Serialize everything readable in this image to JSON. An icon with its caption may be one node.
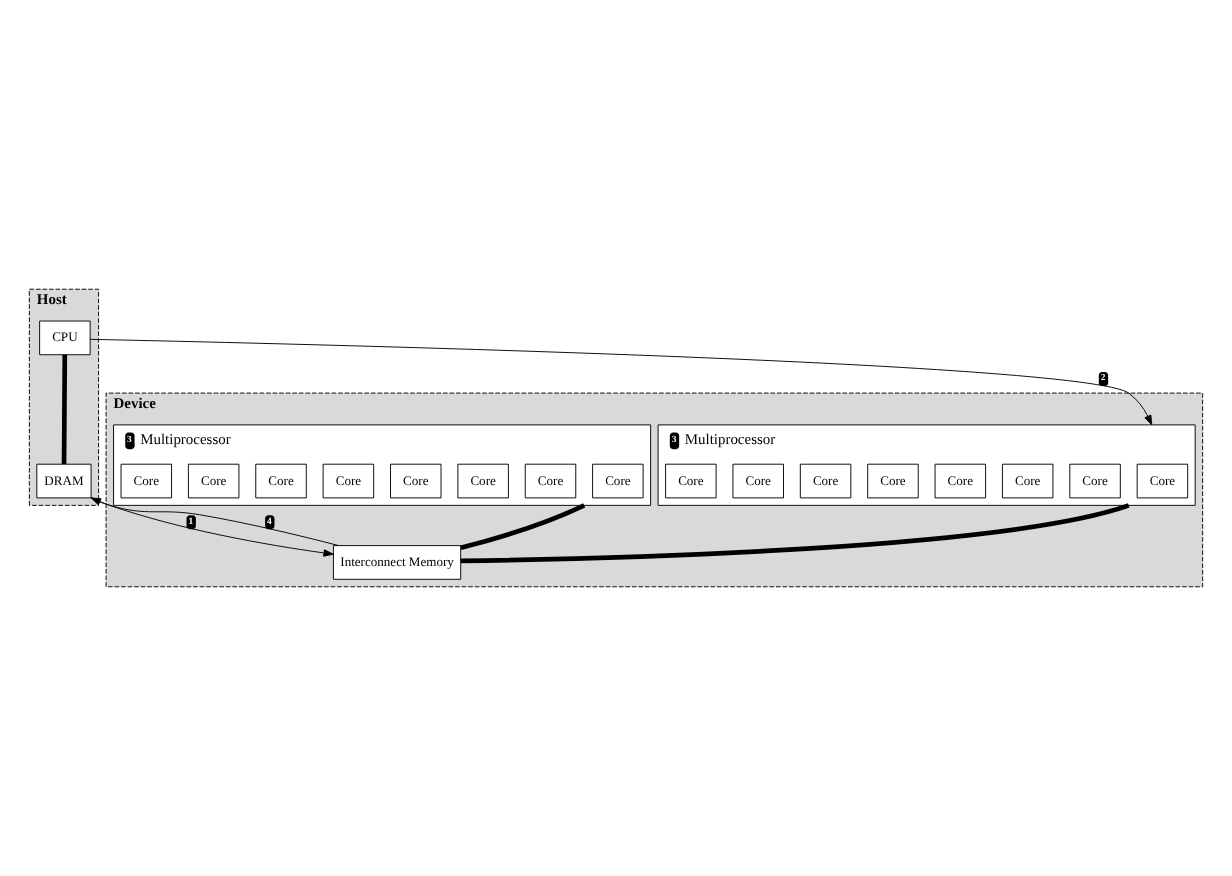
{
  "diagram": {
    "nodes": [
      {
        "text": [
          "Host"
        ]
      },
      {
        "text": [
          "CPU"
        ],
        "in": 0
      },
      {
        "text": [
          "DRAM"
        ],
        "in": 0
      },
      {
        "text": [
          "Device"
        ]
      },
      {
        "text": [
          "3",
          "Multiprocessor"
        ],
        "in": 3
      },
      {
        "text": [
          "Core"
        ],
        "in": 4
      },
      {
        "text": [
          "Core"
        ],
        "in": 4
      },
      {
        "text": [
          "Core"
        ],
        "in": 4
      },
      {
        "text": [
          "Core"
        ],
        "in": 4
      },
      {
        "text": [
          "Core"
        ],
        "in": 4
      },
      {
        "text": [
          "Core"
        ],
        "in": 4
      },
      {
        "text": [
          "Core"
        ],
        "in": 4
      },
      {
        "text": [
          "Core"
        ],
        "in": 4
      },
      {
        "text": [
          "3",
          "Multiprocessor"
        ],
        "in": 3
      },
      {
        "text": [
          "Core"
        ],
        "in": 13
      },
      {
        "text": [
          "Core"
        ],
        "in": 13
      },
      {
        "text": [
          "Core"
        ],
        "in": 13
      },
      {
        "text": [
          "Core"
        ],
        "in": 13
      },
      {
        "text": [
          "Core"
        ],
        "in": 13
      },
      {
        "text": [
          "Core"
        ],
        "in": 13
      },
      {
        "text": [
          "Core"
        ],
        "in": 13
      },
      {
        "text": [
          "Core"
        ],
        "in": 13
      },
      {
        "text": [
          "Interconnect Memory"
        ],
        "in": 3
      }
    ],
    "edges": [
      {
        "from": 1,
        "to": 2,
        "arrow": "none",
        "style": "thick"
      },
      {
        "from": 1,
        "to": 4,
        "arrow": "to",
        "label": "2"
      },
      {
        "from": 2,
        "to": 22,
        "arrow": "to",
        "label": "1"
      },
      {
        "from": 22,
        "to": 2,
        "arrow": "to",
        "label": "4"
      },
      {
        "from": 4,
        "to": 22,
        "arrow": "none",
        "style": "thick"
      },
      {
        "from": 13,
        "to": 22,
        "arrow": "none",
        "style": "thick"
      }
    ]
  }
}
